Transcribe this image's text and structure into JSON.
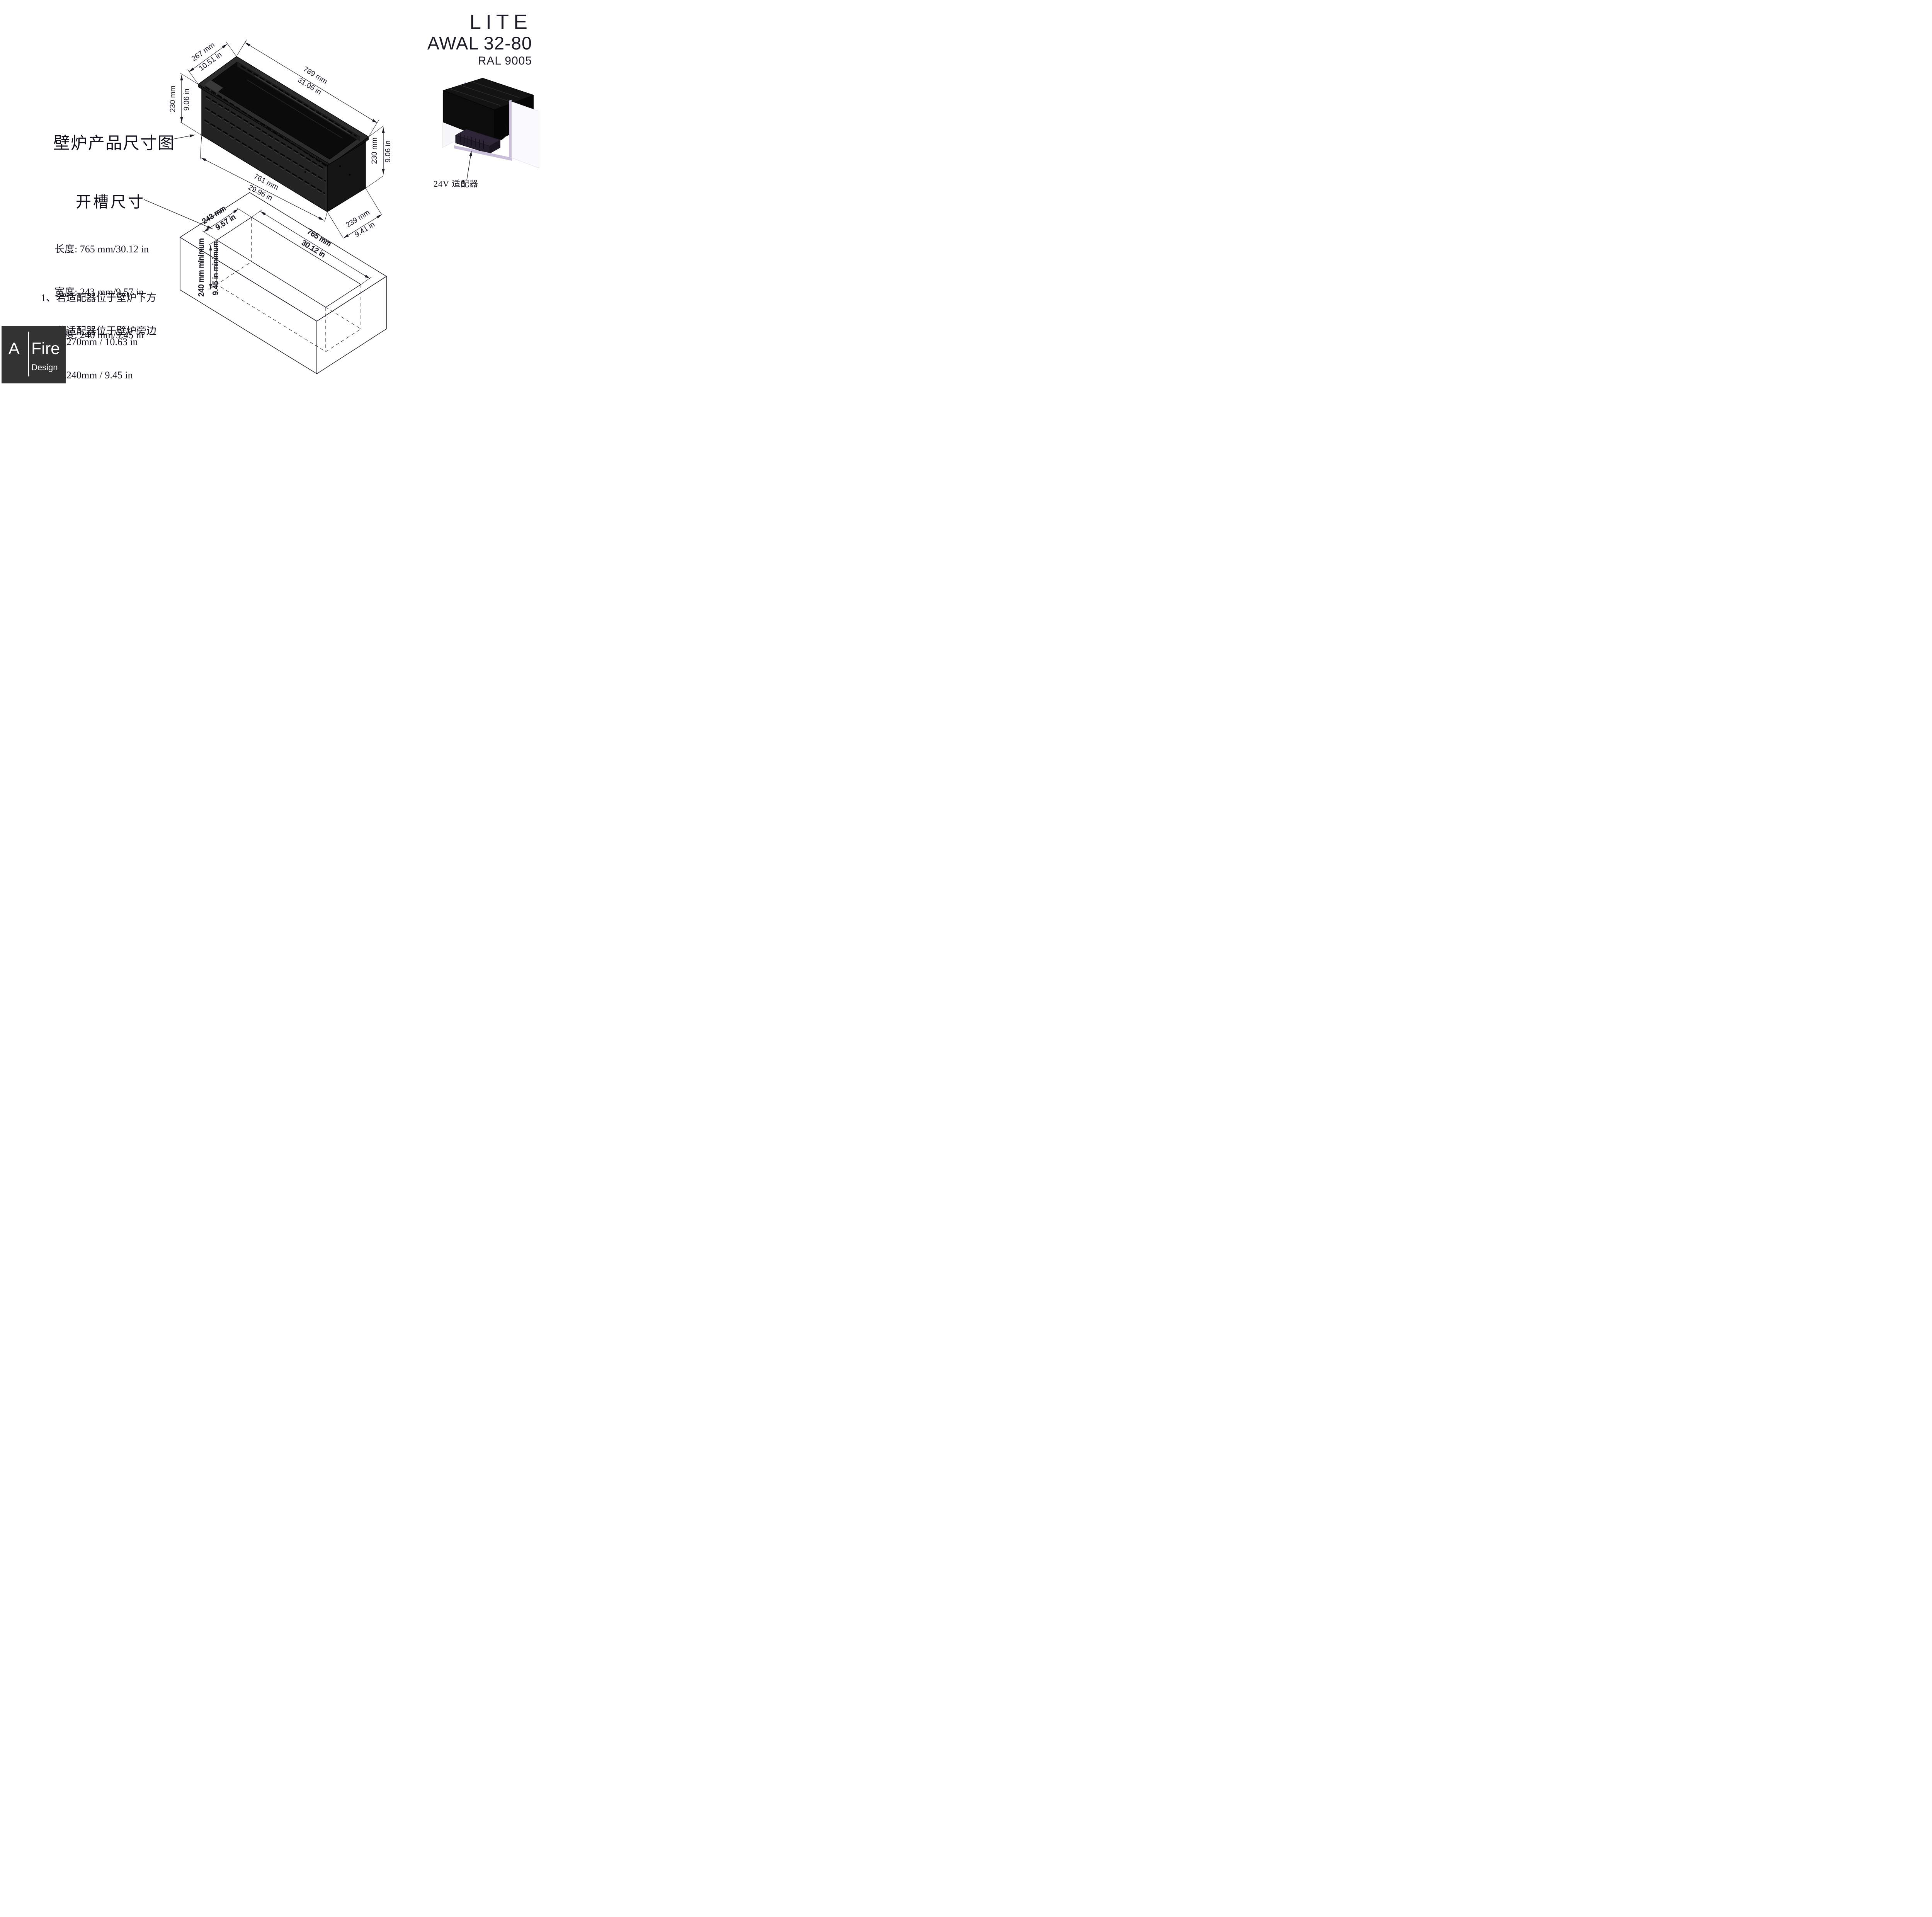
{
  "title": {
    "product_line": "LITE",
    "model": "AWAL 32-80",
    "color_code": "RAL 9005"
  },
  "product_drawing": {
    "caption": "壁炉产品尺寸图",
    "dim_top_width_mm": "267 mm",
    "dim_top_width_in": "10.51 in",
    "dim_top_length_mm": "789 mm",
    "dim_top_length_in": "31.06 in",
    "dim_left_height_mm": "230 mm",
    "dim_left_height_in": "9.06 in",
    "dim_bottom_length_mm": "761 mm",
    "dim_bottom_length_in": "29.96 in",
    "dim_bottom_width_mm": "239 mm",
    "dim_bottom_width_in": "9.41 in",
    "dim_right_height_mm": "230 mm",
    "dim_right_height_in": "9.06 in"
  },
  "cutout_drawing": {
    "heading": "开槽尺寸",
    "spec_length": "长度: 765 mm/30.12 in",
    "spec_width": "宽度: 243 mm/9.57 in",
    "spec_depth": "深度: 240 mm/9.45 in",
    "note1_line1": "1、若适配器位于壁炉下方",
    "note1_line2": "深度: 270mm / 10.63 in",
    "note2_line1": "2、若适配器位于壁炉旁边",
    "note2_line2": "深度: 240mm / 9.45 in",
    "dim_width_mm": "243 mm",
    "dim_width_in": "9.57 in",
    "dim_length_mm": "765 mm",
    "dim_length_in": "30.12 in",
    "dim_depth_mm": "240 mm minimum",
    "dim_depth_in": "9.45 in minimum"
  },
  "adapter": {
    "label": "24V 适配器"
  },
  "logo": {
    "brand_a": "A",
    "brand_fire": "Fire",
    "brand_design": "Design"
  }
}
